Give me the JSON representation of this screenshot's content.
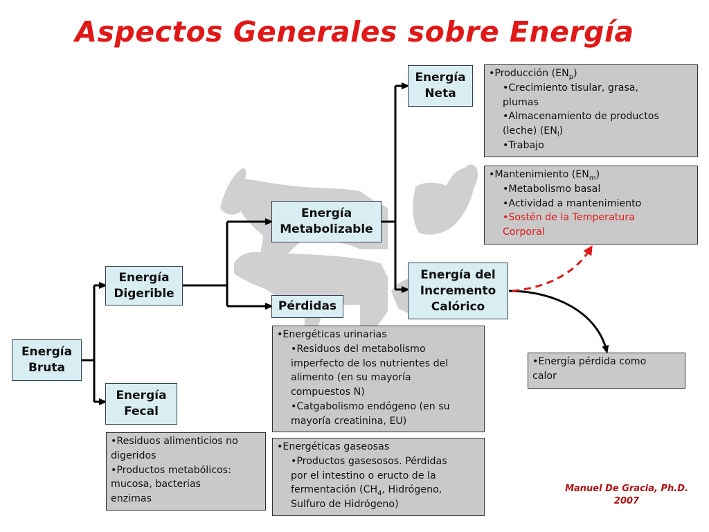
{
  "title": "Aspectos Generales sobre Energía",
  "nodes": {
    "bruta": [
      "Energía",
      "Bruta"
    ],
    "digerible": [
      "Energía",
      "Digerible"
    ],
    "fecal": [
      "Energía",
      "Fecal"
    ],
    "metabolizable": [
      "Energía",
      "Metabolizable"
    ],
    "perdidas": "Pérdidas",
    "neta": [
      "Energía",
      "Neta"
    ],
    "incremento": [
      "Energía del",
      "Incremento",
      "Calórico"
    ]
  },
  "boxes": {
    "produccion": {
      "l1": "•Producción (EN",
      "l1_sub": "p",
      "l1_end": ")",
      "l2": "•Crecimiento tisular, grasa,",
      "l3": "plumas",
      "l4": "•Almacenamiento de productos",
      "l5": "(leche) (EN",
      "l5_sub": "l",
      "l5_end": ")",
      "l6": "•Trabajo"
    },
    "mantenimiento": {
      "l1": "•Mantenimiento (EN",
      "l1_sub": "m",
      "l1_end": ")",
      "l2": "•Metabolismo basal",
      "l3": "•Actividad a mantenimiento",
      "l4": "•Sostén de la Temperatura",
      "l5": "Corporal"
    },
    "calor": {
      "l1": "•Energía pérdida como",
      "l2": "calor"
    },
    "urinarias": {
      "l1": "•Energéticas urinarias",
      "l2": "•Residuos del metabolismo",
      "l3": "imperfecto de los nutrientes del",
      "l4": "alimento (en su mayoría",
      "l5": "compuestos N)",
      "l6": "•Catgabolismo endógeno (en su",
      "l7": "mayoría creatinina, EU)"
    },
    "gaseosas": {
      "l1": "•Energéticas gaseosas",
      "l2": "•Productos gasesosos. Pérdidas",
      "l3": "por el intestino o eructo de la",
      "l4": "fermentación (CH",
      "l4_sub": "4",
      "l4_end": ", Hidrógeno,",
      "l5": "Sulfuro de Hidrógeno)"
    },
    "fecal": {
      "l1": "•Residuos alimenticios no",
      "l2": "digeridos",
      "l3": "•Productos metabólicos:",
      "l4": "mucosa, bacterias",
      "l5": "enzimas"
    }
  },
  "credit": {
    "name": "Manuel De Gracia, Ph.D.",
    "year": "2007"
  },
  "colors": {
    "title": "#e01818",
    "node_fill": "#d9eef2",
    "box_fill": "#c9c9c9",
    "highlight": "#e01818",
    "credit": "#b01010"
  }
}
